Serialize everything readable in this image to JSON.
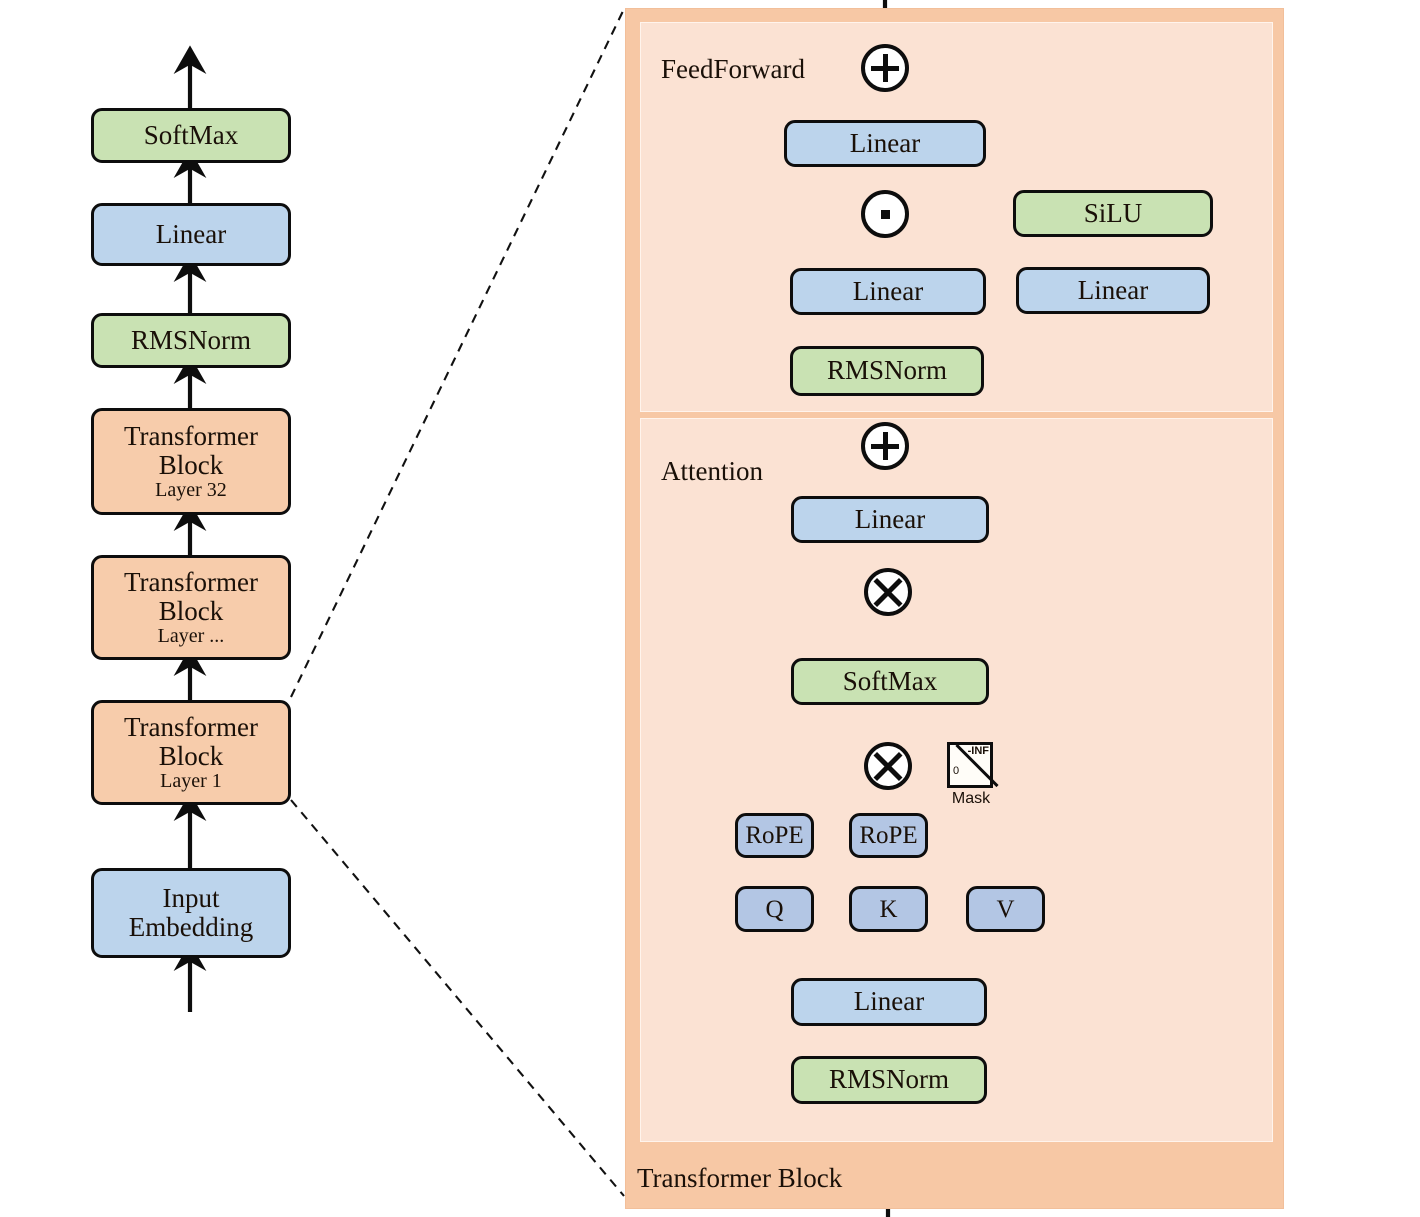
{
  "diagram": {
    "title": "Transformer Block",
    "colors": {
      "blue": "#bcd4ec",
      "blue_dark": "#b3c6e4",
      "green": "#c9e2b3",
      "peach": "#f7ccab",
      "panel": "#fbe2d3",
      "container": "#f7c8a5",
      "stroke": "#0d0d0d"
    }
  },
  "left_stack": {
    "nodes": [
      {
        "label": "SoftMax",
        "sub": "",
        "kind": "green"
      },
      {
        "label": "Linear",
        "sub": "",
        "kind": "blue"
      },
      {
        "label": "RMSNorm",
        "sub": "",
        "kind": "green"
      },
      {
        "label": "Transformer Block",
        "sub": "Layer 32",
        "kind": "peach"
      },
      {
        "label": "Transformer Block",
        "sub": "Layer ...",
        "kind": "peach"
      },
      {
        "label": "Transformer Block",
        "sub": "Layer 1",
        "kind": "peach"
      },
      {
        "label": "Input Embedding",
        "sub": "",
        "kind": "blue"
      }
    ]
  },
  "transformer_block": {
    "label": "Transformer Block",
    "feedforward": {
      "label": "FeedForward",
      "add_op": "plus",
      "nodes": {
        "out_linear": "Linear",
        "mul_op": "dot",
        "silu": "SiLU",
        "gate_linear": "Linear",
        "up_linear": "Linear",
        "rmsnorm": "RMSNorm"
      }
    },
    "attention": {
      "label": "Attention",
      "add_op": "plus",
      "nodes": {
        "out_linear": "Linear",
        "mul_av": "cross",
        "softmax": "SoftMax",
        "mul_qk": "cross",
        "rope_q": "RoPE",
        "rope_k": "RoPE",
        "q": "Q",
        "k": "K",
        "v": "V",
        "qkv_linear": "Linear",
        "rmsnorm": "RMSNorm"
      },
      "mask": {
        "label": "Mask",
        "upper_value": "-INF",
        "lower_value": "0"
      }
    }
  }
}
